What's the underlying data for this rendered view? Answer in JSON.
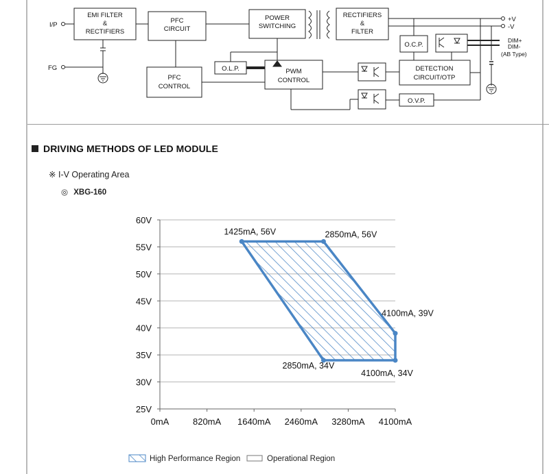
{
  "block_diagram": {
    "ip_label": "I/P",
    "fg_label": "FG",
    "emi_filter": [
      "EMI FILTER",
      "&",
      "RECTIFIERS"
    ],
    "pfc_circuit": [
      "PFC",
      "CIRCUIT"
    ],
    "power_switching": [
      "POWER",
      "SWITCHING"
    ],
    "rectifiers_filter": [
      "RECTIFIERS",
      "&",
      "FILTER"
    ],
    "pfc_control": [
      "PFC",
      "CONTROL"
    ],
    "olp": "O.L.P.",
    "pwm_control": [
      "PWM",
      "CONTROL"
    ],
    "ocp": "O.C.P.",
    "detection": [
      "DETECTION",
      "CIRCUIT/OTP"
    ],
    "ovp": "O.V.P.",
    "out_pos": "+V",
    "out_neg": "-V",
    "dim_pos": "DIM+",
    "dim_neg": "DIM-",
    "ab_type": "(AB Type)"
  },
  "section": {
    "title": "DRIVING METHODS OF LED MODULE",
    "subhead_mark": "※",
    "subhead": "I-V Operating Area",
    "model_mark": "◎",
    "model": "XBG-160"
  },
  "chart_data": {
    "type": "area",
    "x_tick_labels": [
      "0mA",
      "820mA",
      "1640mA",
      "2460mA",
      "3280mA",
      "4100mA"
    ],
    "y_tick_labels": [
      "25V",
      "30V",
      "35V",
      "40V",
      "45V",
      "50V",
      "55V",
      "60V"
    ],
    "x_ticks": [
      0,
      820,
      1640,
      2460,
      3280,
      4100
    ],
    "y_ticks": [
      25,
      30,
      35,
      40,
      45,
      50,
      55,
      60
    ],
    "xlim": [
      0,
      4100
    ],
    "ylim": [
      25,
      60
    ],
    "grid": true,
    "region_points": [
      {
        "x": 1425,
        "y": 56,
        "label": "1425mA, 56V"
      },
      {
        "x": 2850,
        "y": 56,
        "label": "2850mA, 56V"
      },
      {
        "x": 4100,
        "y": 39,
        "label": "4100mA, 39V"
      },
      {
        "x": 4100,
        "y": 34,
        "label": "4100mA, 34V"
      },
      {
        "x": 2850,
        "y": 34,
        "label": "2850mA, 34V"
      }
    ],
    "region_color": "#4a86c5",
    "legend": [
      {
        "label": "High Performance Region",
        "style": "hatched"
      },
      {
        "label": "Operational Region",
        "style": "outline"
      }
    ]
  }
}
